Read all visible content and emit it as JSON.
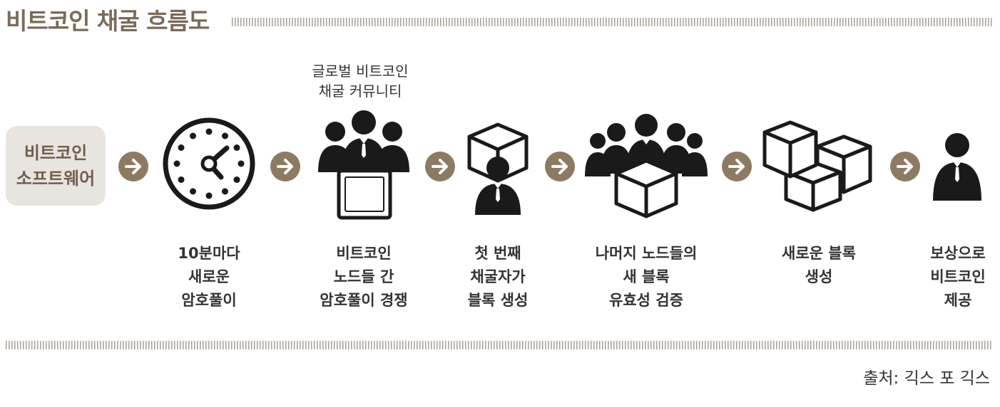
{
  "title": "비트코인 채굴 흐름도",
  "software_box": {
    "line1": "비트코인",
    "line2": "소프트웨어"
  },
  "community_label": {
    "line1": "글로벌 비트코인",
    "line2": "채굴 커뮤니티"
  },
  "steps": [
    {
      "lines": [
        "10분마다",
        "새로운",
        "암호풀이"
      ]
    },
    {
      "lines": [
        "비트코인",
        "노드들 간",
        "암호풀이 경쟁"
      ]
    },
    {
      "lines": [
        "첫 번째",
        "채굴자가",
        "블록 생성"
      ]
    },
    {
      "lines": [
        "나머지 노드들의",
        "새 블록",
        "유효성 검증"
      ]
    },
    {
      "lines": [
        "새로운 블록",
        "생성"
      ]
    },
    {
      "lines": [
        "보상으로",
        "비트코인",
        "제공"
      ]
    }
  ],
  "source": "출처: 긱스 포 긱스",
  "colors": {
    "accent": "#8c7b62",
    "title": "#7a6a58",
    "box_bg": "#e8e4df",
    "icon": "#1a1a1a"
  }
}
